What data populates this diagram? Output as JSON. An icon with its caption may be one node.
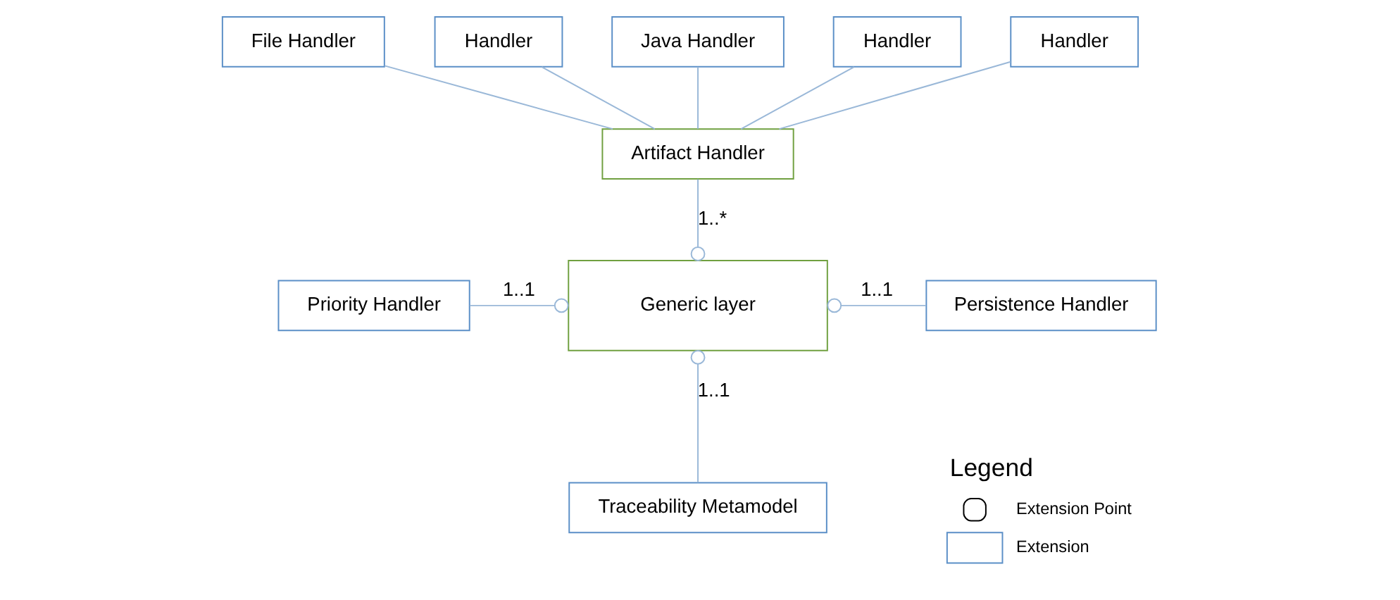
{
  "diagram": {
    "nodes": [
      {
        "text": [
          "File Handler"
        ]
      },
      {
        "text": [
          "Handler"
        ]
      },
      {
        "text": [
          "Java Handler"
        ]
      },
      {
        "text": [
          "Handler"
        ]
      },
      {
        "text": [
          "Handler"
        ]
      },
      {
        "text": [
          "Artifact Handler"
        ]
      },
      {
        "text": [
          "Priority Handler"
        ]
      },
      {
        "text": [
          "Generic layer"
        ]
      },
      {
        "text": [
          "Persistence Handler"
        ]
      },
      {
        "text": [
          "Traceability Metamodel"
        ]
      }
    ],
    "edges": [
      {
        "from": 0,
        "to": 5,
        "arrow": "none"
      },
      {
        "from": 1,
        "to": 5,
        "arrow": "none"
      },
      {
        "from": 2,
        "to": 5,
        "arrow": "none"
      },
      {
        "from": 3,
        "to": 5,
        "arrow": "none"
      },
      {
        "from": 4,
        "to": 5,
        "arrow": "none"
      },
      {
        "from": 5,
        "to": 7,
        "arrow": "other",
        "label": "1..*"
      },
      {
        "from": 6,
        "to": 7,
        "arrow": "other",
        "label": "1..1"
      },
      {
        "from": 8,
        "to": 7,
        "arrow": "other",
        "label": "1..1"
      },
      {
        "from": 9,
        "to": 7,
        "arrow": "other",
        "label": "1..1"
      }
    ],
    "labels": [
      "Legend"
    ],
    "legend": [
      {
        "text": "Extension Point"
      },
      {
        "text": "Extension"
      }
    ]
  }
}
